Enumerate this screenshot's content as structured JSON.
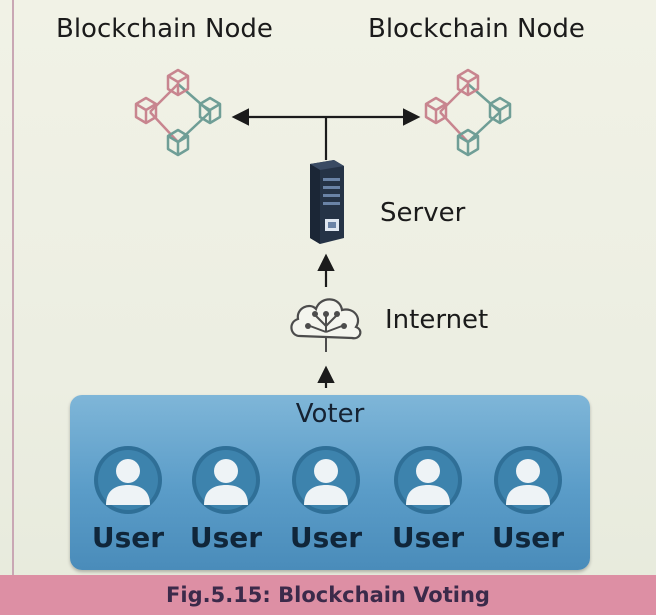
{
  "diagram": {
    "nodes": {
      "left_label": "Blockchain Node",
      "right_label": "Blockchain Node"
    },
    "server_label": "Server",
    "internet_label": "Internet",
    "voter": {
      "title": "Voter",
      "users": [
        "User",
        "User",
        "User",
        "User",
        "User"
      ]
    }
  },
  "caption": "Fig.5.15: Blockchain Voting",
  "colors": {
    "panel": "#5a9cc8",
    "caption_bar": "#dd8fa4",
    "node_pink": "#c8858f",
    "node_teal": "#6f9e96",
    "server_dark": "#253346"
  }
}
